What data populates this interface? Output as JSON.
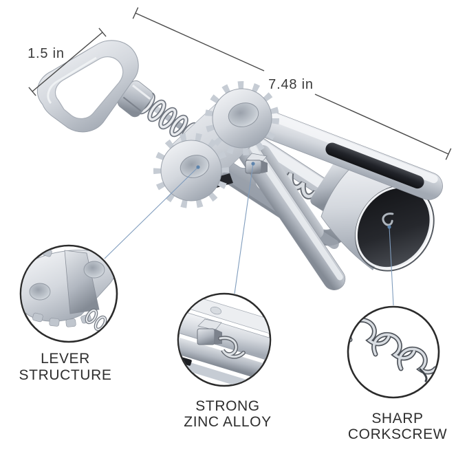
{
  "page": {
    "background": "#ffffff",
    "description_of_subject": "wing corkscrew wine opener product illustration"
  },
  "dimensions": {
    "handle_width_label": "1.5 in",
    "overall_length_label": "7.48 in"
  },
  "callouts": [
    {
      "line1": "LEVER",
      "line2": "STRUCTURE"
    },
    {
      "line1": "STRONG",
      "line2": "ZINC ALLOY"
    },
    {
      "line1": "SHARP",
      "line2": "CORKSCREW"
    }
  ],
  "colors": {
    "dimension_line": "#4a4a4a",
    "dimension_text": "#3a3a3a",
    "callout_text": "#2e2e2e",
    "callout_ring": "#2b2b2b",
    "leader_line": "#7f9cbd",
    "leader_dot": "#5d84ad",
    "metal_light": "#eef0f3",
    "metal_mid": "#b9bfc8",
    "metal_dark": "#7d838d",
    "grip_dark": "#212329",
    "bell_opening_dark": "#17181b"
  }
}
